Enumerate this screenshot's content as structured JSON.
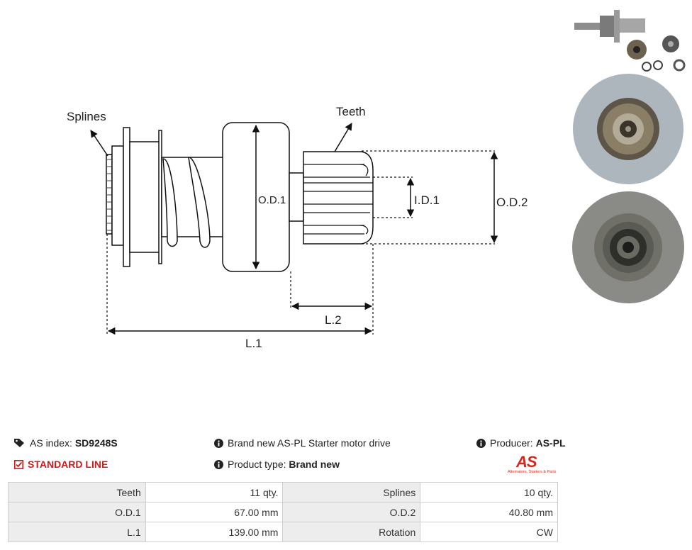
{
  "diagram": {
    "labels": {
      "splines": "Splines",
      "teeth": "Teeth",
      "od1": "O.D.1",
      "id1": "I.D.1",
      "od2": "O.D.2",
      "l2": "L.2",
      "l1": "L.1"
    }
  },
  "photos": {
    "kit": "kit-photo",
    "front": "front-photo",
    "back": "back-photo"
  },
  "info": {
    "as_index_label": "AS index:",
    "as_index_value": "SD9248S",
    "description": "Brand new AS-PL Starter motor drive",
    "producer_label": "Producer:",
    "producer_value": "AS-PL",
    "line": "STANDARD LINE",
    "product_type_label": "Product type:",
    "product_type_value": "Brand new"
  },
  "logo": {
    "mark": "AS",
    "tagline": "Alternators, Starters & Parts",
    "color": "#d9261c"
  },
  "specs": [
    {
      "label1": "Teeth",
      "value1": "11 qty.",
      "label2": "Splines",
      "value2": "10 qty."
    },
    {
      "label1": "O.D.1",
      "value1": "67.00 mm",
      "label2": "O.D.2",
      "value2": "40.80 mm"
    },
    {
      "label1": "L.1",
      "value1": "139.00 mm",
      "label2": "Rotation",
      "value2": "CW"
    }
  ]
}
